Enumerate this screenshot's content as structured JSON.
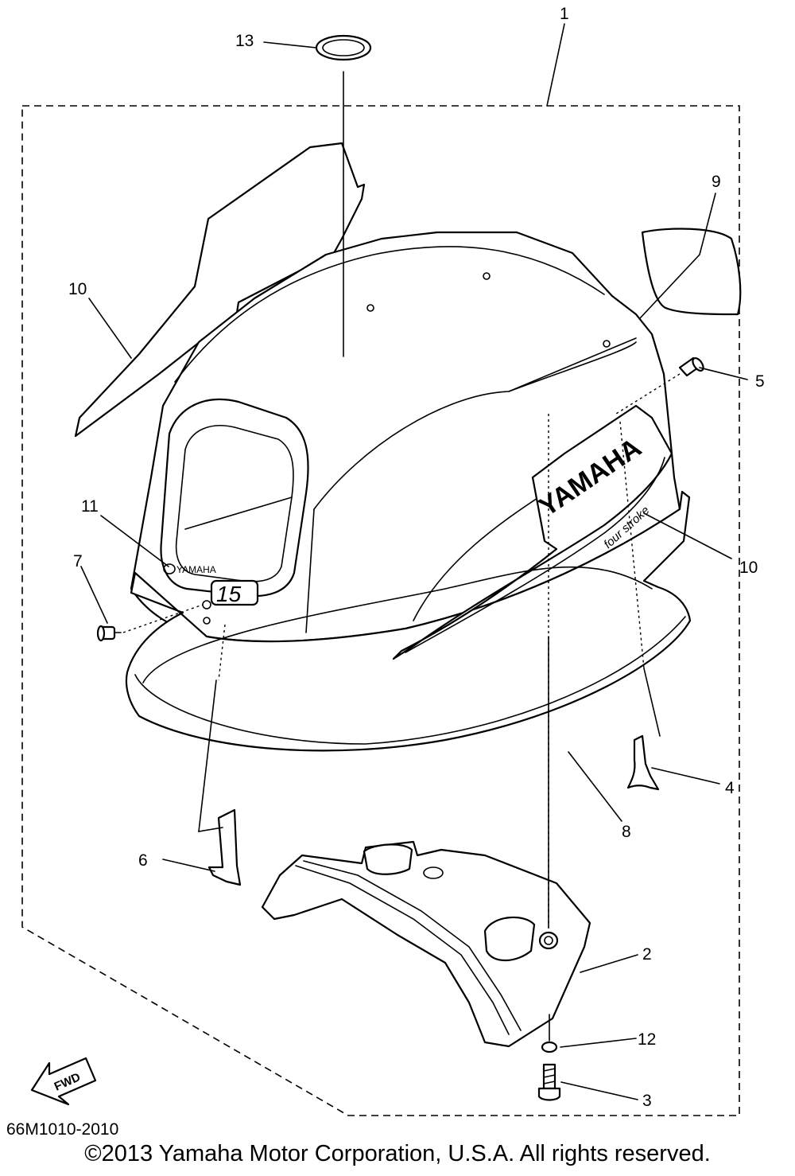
{
  "callouts": {
    "c1": "1",
    "c2": "2",
    "c3": "3",
    "c4": "4",
    "c5": "5",
    "c6": "6",
    "c7": "7",
    "c8": "8",
    "c9": "9",
    "c10a": "10",
    "c10b": "10",
    "c11": "11",
    "c12": "12",
    "c13": "13"
  },
  "decals": {
    "cowl_brand": "YAMAHA",
    "cowl_tagline": "four stroke",
    "badge_brand": "YAMAHA",
    "badge_model": "15"
  },
  "fwd_arrow": "FWD",
  "diagram_code": "66M1010-2010",
  "copyright": "©2013 Yamaha Motor Corporation, U.S.A. All rights reserved."
}
